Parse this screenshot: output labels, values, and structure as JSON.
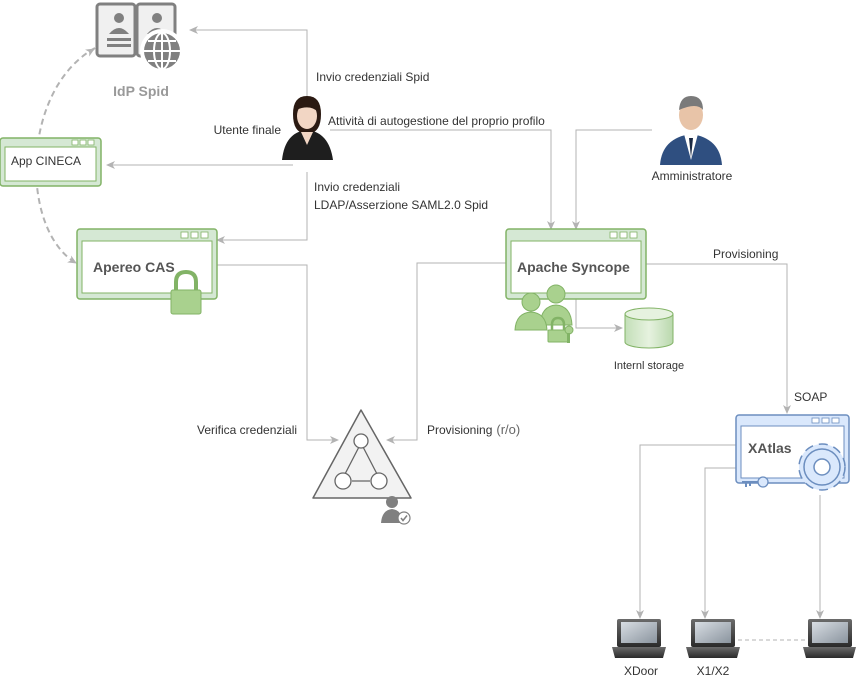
{
  "nodes": {
    "idp": "IdP Spid",
    "utente": "Utente finale",
    "amministratore": "Amministratore",
    "app_cineca": "App CINECA",
    "cas": "Apereo CAS",
    "syncope": "Apache Syncope",
    "storage": "Internl storage",
    "xatlas": "XAtlas",
    "xdoor": "XDoor",
    "x1x2": "X1/X2"
  },
  "edges": {
    "invio_spid": "Invio credenziali Spid",
    "autogestione": "Attività di autogestione del proprio profilo",
    "invio_ldap_line1": "Invio credenziali",
    "invio_ldap_line2": "LDAP/Asserzione SAML2.0 Spid",
    "provisioning": "Provisioning",
    "soap": "SOAP",
    "verifica": "Verifica credenziali",
    "provisioning_ro": "Provisioning",
    "provisioning_ro_suffix": "(r/o)"
  },
  "colors": {
    "green_border": "#82b366",
    "green_fill": "#d5e8d4",
    "blue_border": "#6c8ebf",
    "blue_fill": "#dae8fc",
    "connector": "#b3b3b3"
  }
}
